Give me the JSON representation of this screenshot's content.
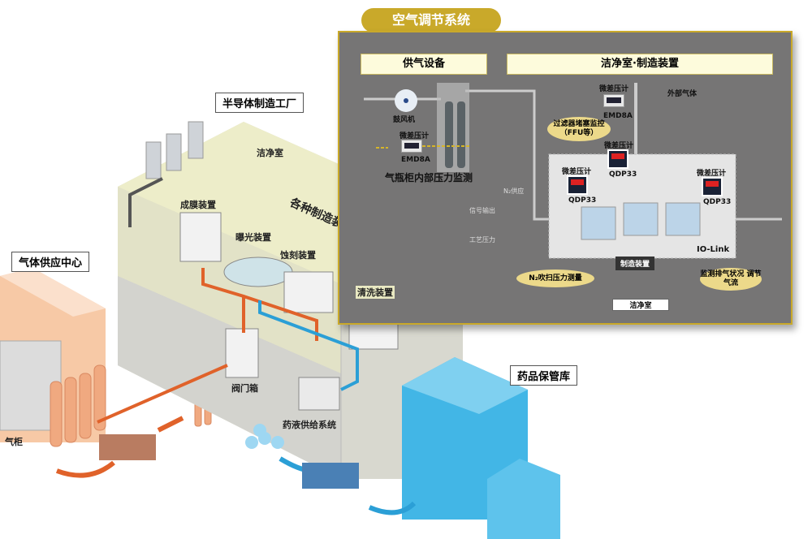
{
  "panel": {
    "title": "空气调节系统",
    "supply_header": "供气设备",
    "cleanroom_header": "洁净室·制造装置",
    "blower": "鼓风机",
    "meter_label": "微差压计",
    "emd_model": "EMD8A",
    "qdp_model": "QDP33",
    "cylinder_caption": "气瓶柜内部压力监测",
    "n2_supply": "N₂供应",
    "signal_out": "信号输出",
    "process_pressure": "工艺压力",
    "external_gas": "外部气体",
    "filter_monitor": "过滤器堵塞监控（FFU等）",
    "n2_purge": "N₂吹扫压力测量",
    "exhaust_monitor": "监测排气状况 调节气流",
    "equipment": "制造装置",
    "iolink": "IO-Link",
    "cleanroom": "洁净室"
  },
  "factory": {
    "title": "半导体制造工厂",
    "cleanroom": "洁净室",
    "equipment": "各种制造装置",
    "film": "成膜装置",
    "exposure": "曝光装置",
    "etching": "蚀刻装置",
    "cleaning": "清洗装置",
    "valve_box": "阀门箱",
    "chem_supply": "药液供给系统"
  },
  "gas_center": {
    "title": "气体供应中心",
    "cabinet": "气柜"
  },
  "pharma": {
    "title": "药品保管库"
  },
  "colors": {
    "accent": "#c9a92a",
    "panel": "#767575",
    "orange_pipe": "#e0622a",
    "blue_pipe": "#2b9fd6"
  }
}
